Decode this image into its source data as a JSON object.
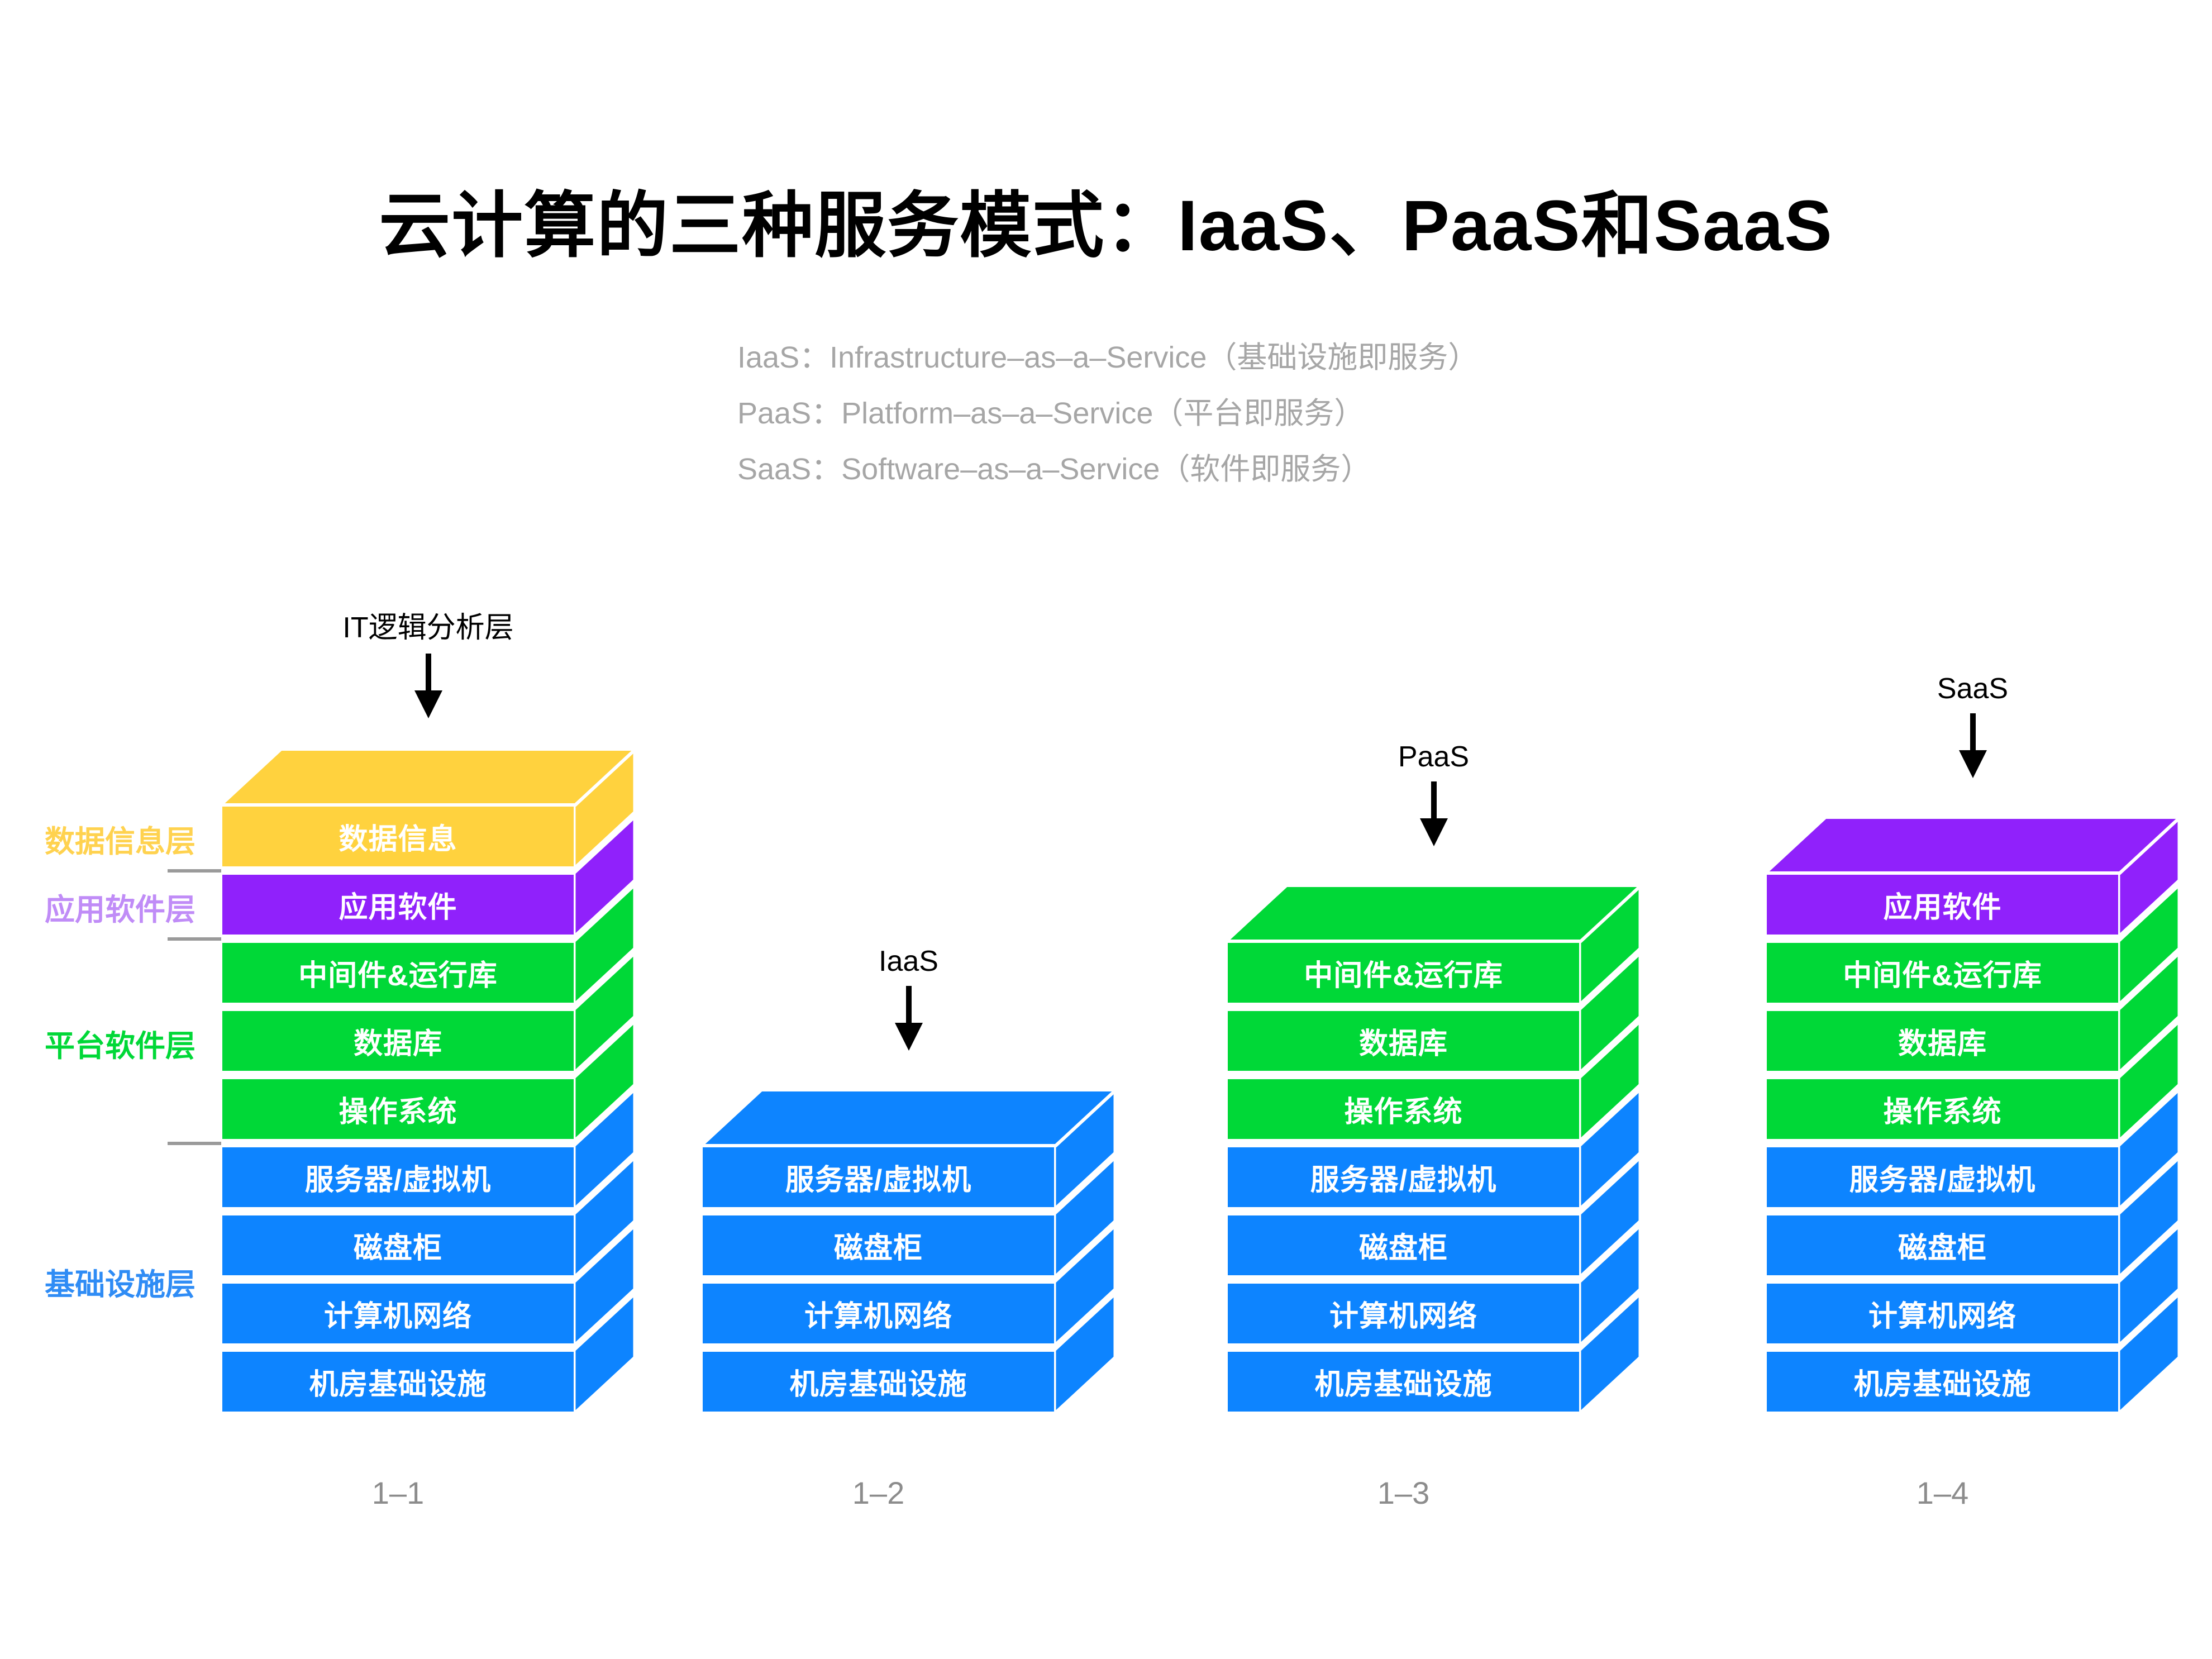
{
  "header": {
    "title": "云计算的三种服务模式：IaaS、PaaS和SaaS",
    "subtitle_lines": [
      "IaaS：Infrastructure–as–a–Service（基础设施即服务）",
      "PaaS：Platform–as–a–Service（平台即服务）",
      "SaaS：Software–as–a–Service（软件即服务）"
    ],
    "subtitle_color": "#a6a6a6"
  },
  "colors": {
    "data": "#ffd23e",
    "app": "#9021fb",
    "platform": "#00d837",
    "infra": "#0d84ff",
    "data_label": "#ffd24f",
    "app_label": "#c08cf7",
    "platform_label": "#00d837",
    "infra_label": "#2f8cf5",
    "line": "#9a9a9a",
    "caption": "#8c8c8c",
    "arrow": "#000000",
    "background": "#ffffff",
    "edge": "#ffffff"
  },
  "legend": {
    "items": [
      {
        "label": "数据信息层",
        "color_key": "data_label"
      },
      {
        "label": "应用软件层",
        "color_key": "app_label"
      },
      {
        "label": "平台软件层",
        "color_key": "platform_label"
      },
      {
        "label": "基础设施层",
        "color_key": "infra_label"
      }
    ]
  },
  "annotations": [
    {
      "text": "IT逻辑分析层"
    },
    {
      "text": "IaaS"
    },
    {
      "text": "PaaS"
    },
    {
      "text": "SaaS"
    }
  ],
  "stacks": [
    {
      "caption": "1–1",
      "layers": [
        {
          "label": "数据信息",
          "color_key": "data"
        },
        {
          "label": "应用软件",
          "color_key": "app"
        },
        {
          "label": "中间件&运行库",
          "color_key": "platform"
        },
        {
          "label": "数据库",
          "color_key": "platform"
        },
        {
          "label": "操作系统",
          "color_key": "platform"
        },
        {
          "label": "服务器/虚拟机",
          "color_key": "infra"
        },
        {
          "label": "磁盘柜",
          "color_key": "infra"
        },
        {
          "label": "计算机网络",
          "color_key": "infra"
        },
        {
          "label": "机房基础设施",
          "color_key": "infra"
        }
      ]
    },
    {
      "caption": "1–2",
      "layers": [
        {
          "label": "服务器/虚拟机",
          "color_key": "infra"
        },
        {
          "label": "磁盘柜",
          "color_key": "infra"
        },
        {
          "label": "计算机网络",
          "color_key": "infra"
        },
        {
          "label": "机房基础设施",
          "color_key": "infra"
        }
      ]
    },
    {
      "caption": "1–3",
      "layers": [
        {
          "label": "中间件&运行库",
          "color_key": "platform"
        },
        {
          "label": "数据库",
          "color_key": "platform"
        },
        {
          "label": "操作系统",
          "color_key": "platform"
        },
        {
          "label": "服务器/虚拟机",
          "color_key": "infra"
        },
        {
          "label": "磁盘柜",
          "color_key": "infra"
        },
        {
          "label": "计算机网络",
          "color_key": "infra"
        },
        {
          "label": "机房基础设施",
          "color_key": "infra"
        }
      ]
    },
    {
      "caption": "1–4",
      "layers": [
        {
          "label": "应用软件",
          "color_key": "app"
        },
        {
          "label": "中间件&运行库",
          "color_key": "platform"
        },
        {
          "label": "数据库",
          "color_key": "platform"
        },
        {
          "label": "操作系统",
          "color_key": "platform"
        },
        {
          "label": "服务器/虚拟机",
          "color_key": "infra"
        },
        {
          "label": "磁盘柜",
          "color_key": "infra"
        },
        {
          "label": "计算机网络",
          "color_key": "infra"
        },
        {
          "label": "机房基础设施",
          "color_key": "infra"
        }
      ]
    }
  ]
}
